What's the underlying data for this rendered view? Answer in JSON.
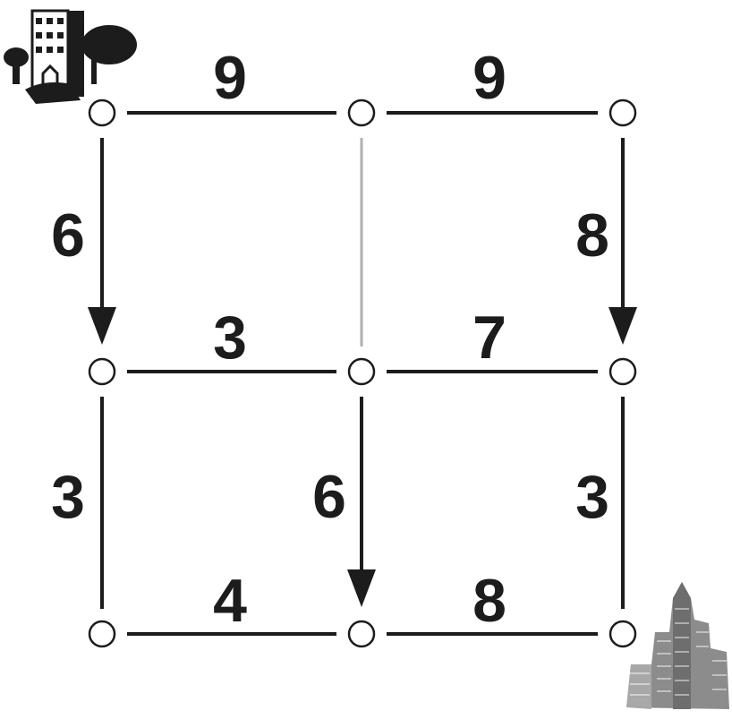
{
  "graph": {
    "nodes": [
      {
        "id": "A"
      },
      {
        "id": "B"
      },
      {
        "id": "C"
      },
      {
        "id": "D"
      },
      {
        "id": "E"
      },
      {
        "id": "F"
      },
      {
        "id": "G"
      },
      {
        "id": "H"
      },
      {
        "id": "I"
      }
    ],
    "edges": [
      {
        "name": "edge-a-b",
        "from": "A",
        "to": "B",
        "weight": "9",
        "directed": false
      },
      {
        "name": "edge-b-c",
        "from": "B",
        "to": "C",
        "weight": "9",
        "directed": false
      },
      {
        "name": "edge-a-d",
        "from": "A",
        "to": "D",
        "weight": "6",
        "directed": true
      },
      {
        "name": "edge-c-f",
        "from": "C",
        "to": "F",
        "weight": "8",
        "directed": true
      },
      {
        "name": "edge-d-e",
        "from": "D",
        "to": "E",
        "weight": "3",
        "directed": false
      },
      {
        "name": "edge-e-f",
        "from": "E",
        "to": "F",
        "weight": "7",
        "directed": false
      },
      {
        "name": "edge-d-g",
        "from": "D",
        "to": "G",
        "weight": "3",
        "directed": false
      },
      {
        "name": "edge-e-h",
        "from": "E",
        "to": "H",
        "weight": "6",
        "directed": true
      },
      {
        "name": "edge-f-i",
        "from": "F",
        "to": "I",
        "weight": "3",
        "directed": false
      },
      {
        "name": "edge-g-h",
        "from": "G",
        "to": "H",
        "weight": "4",
        "directed": false
      },
      {
        "name": "edge-h-i",
        "from": "H",
        "to": "I",
        "weight": "8",
        "directed": false
      },
      {
        "name": "edge-b-e",
        "from": "B",
        "to": "E",
        "weight": "",
        "directed": false,
        "light": true
      }
    ]
  },
  "icons": {
    "start": "building-with-tree-icon",
    "end": "skyscraper-icon"
  },
  "colors": {
    "ink": "#1c1c1c",
    "light_edge": "#b0b0b0",
    "background": "#ffffff"
  }
}
